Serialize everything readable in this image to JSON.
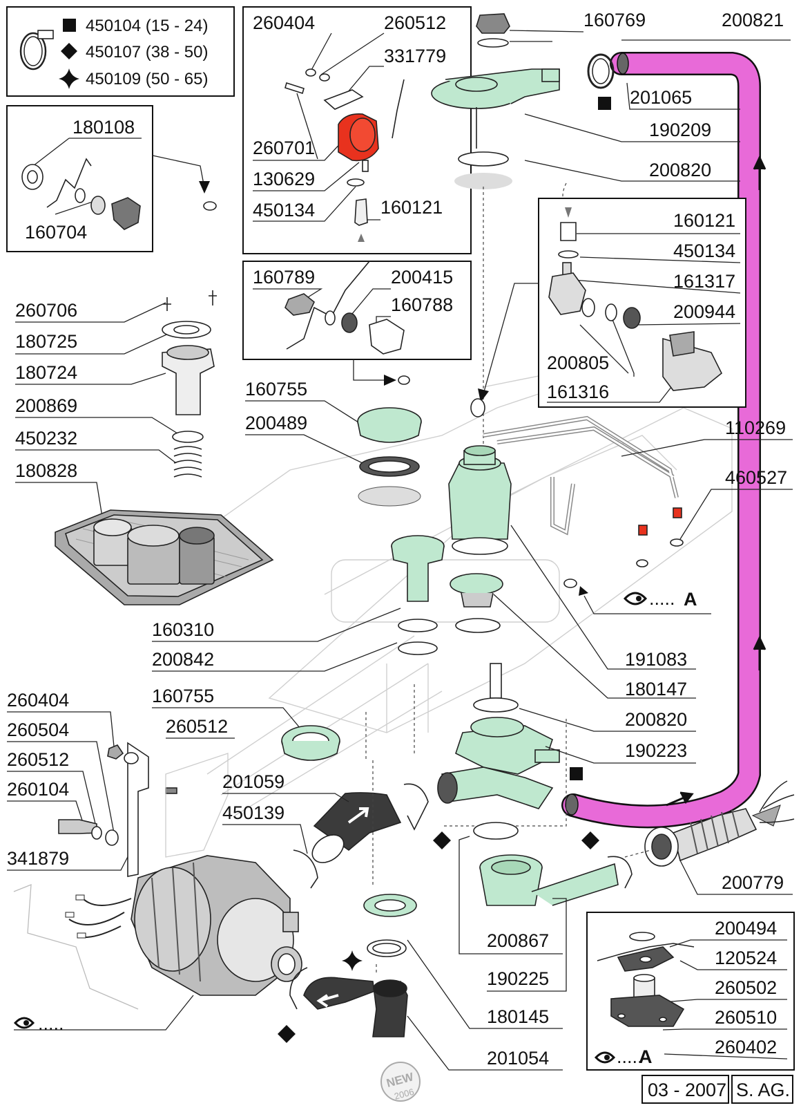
{
  "legend": {
    "items": [
      {
        "symbol": "square",
        "code": "450104 (15 - 24)"
      },
      {
        "symbol": "diamond",
        "code": "450107 (38 - 50)"
      },
      {
        "symbol": "star",
        "code": "450109 (50 - 65)"
      }
    ]
  },
  "parts": {
    "p180108": "180108",
    "p160704": "160704",
    "p260404a": "260404",
    "p260512a": "260512",
    "p331779": "331779",
    "p260701": "260701",
    "p130629": "130629",
    "p450134a": "450134",
    "p160121a": "160121",
    "p160789": "160789",
    "p200415": "200415",
    "p160788": "160788",
    "p160769": "160769",
    "p200821": "200821",
    "p201065": "201065",
    "p190209": "190209",
    "p200820a": "200820",
    "p160121b": "160121",
    "p450134b": "450134",
    "p161317": "161317",
    "p200944": "200944",
    "p200805": "200805",
    "p161316": "161316",
    "p260706": "260706",
    "p180725": "180725",
    "p180724": "180724",
    "p200869": "200869",
    "p450232": "450232",
    "p180828": "180828",
    "p160755a": "160755",
    "p200489": "200489",
    "p110269": "110269",
    "p460527": "460527",
    "p160310": "160310",
    "p200842": "200842",
    "p191083": "191083",
    "p180147": "180147",
    "p160755b": "160755",
    "p200820b": "200820",
    "p190223": "190223",
    "p260404b": "260404",
    "p260504": "260504",
    "p260512b": "260512",
    "p260512c": "260512",
    "p260104": "260104",
    "p341879": "341879",
    "p201059": "201059",
    "p450139": "450139",
    "p200779": "200779",
    "p200867": "200867",
    "p190225": "190225",
    "p180145": "180145",
    "p201054": "201054",
    "p200494": "200494",
    "p120524": "120524",
    "p260502": "260502",
    "p260510": "260510",
    "p260402": "260402"
  },
  "view_a": {
    "label": "A",
    "dots": "....."
  },
  "footer": {
    "date": "03 - 2007",
    "author": "S. AG."
  },
  "stamp": {
    "text": "NEW",
    "year": "2006"
  },
  "colors": {
    "pink_hose": "#e86ad8",
    "green_part": "#bfe8cf",
    "red_part": "#e8321e",
    "gray_part": "#3b3b3b"
  }
}
